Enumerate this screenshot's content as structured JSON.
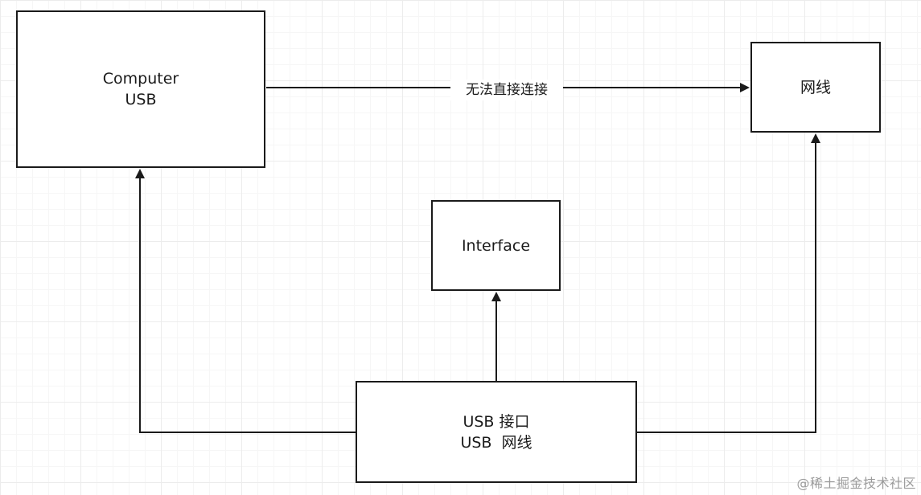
{
  "nodes": {
    "computer": {
      "line1": "Computer",
      "line2": "USB"
    },
    "cable": {
      "label": "网线"
    },
    "interface": {
      "label": "Interface"
    },
    "adapter": {
      "line1": "USB 接口",
      "line2": "USB  网线"
    }
  },
  "edges": {
    "computer_to_cable": {
      "label": "无法直接连接"
    }
  },
  "watermark": "@稀土掘金技术社区",
  "colors": {
    "stroke": "#1a1a1a",
    "background": "#ffffff",
    "grid": "#ececec",
    "watermark": "#9a9a9a"
  }
}
